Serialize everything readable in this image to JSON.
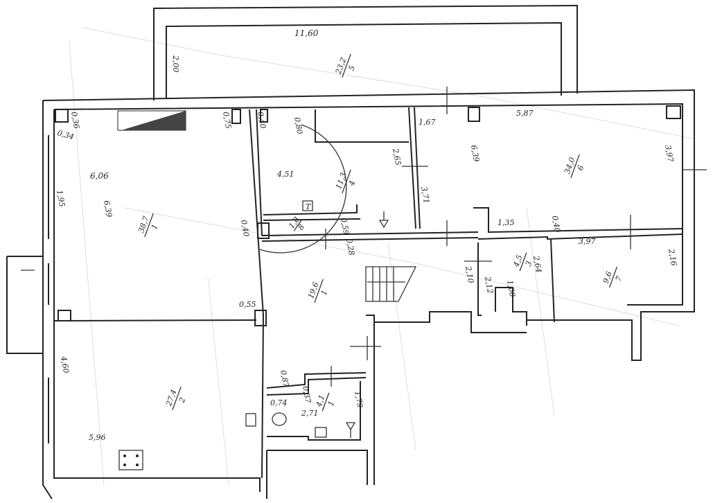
{
  "plan": {
    "balcony": {
      "length": "11,60",
      "width": "2,00",
      "area": "23,2",
      "index": "5"
    },
    "room1": {
      "width": "6,06",
      "depth": "6,39",
      "area": "38,7",
      "index": "1",
      "side": "1,95",
      "pier1": "0,36",
      "pier2": "0,34",
      "wall": "0,75"
    },
    "room2": {
      "depth": "4,60",
      "width": "5,96",
      "area": "27,4",
      "index": "2",
      "pier": "0,55"
    },
    "room3": {
      "width": "4,51",
      "area": "11,3",
      "index": "4",
      "side": "2,65",
      "opening1": "0,40",
      "opening2": "0,80",
      "pier": "0,40"
    },
    "closet": {
      "area": "1,8",
      "index": "8",
      "width": "0,59",
      "pier": "0,28"
    },
    "room6": {
      "width": "5,87",
      "depth": "6,39",
      "area": "34,0",
      "index": "6",
      "side": "3,97",
      "corner": "1,67",
      "side2": "3,71"
    },
    "hall": {
      "area": "19,6",
      "index": "1",
      "partition": "1,35",
      "pier": "0,40"
    },
    "room7": {
      "width": "3,97",
      "depth": "2,16",
      "area": "9,6",
      "index": "7"
    },
    "room3b": {
      "area": "4,5",
      "index": "3",
      "d1": "2,10",
      "d2": "2,12",
      "d3": "1,00",
      "d4": "2,64"
    },
    "bath": {
      "area": "4,1",
      "index": "1",
      "d1": "0,87",
      "d2": "0,37",
      "d3": "0,74",
      "d4": "2,71",
      "d5": "1,79"
    },
    "symbols": {
      "radiator": "T"
    },
    "colors": {
      "ink": "#222222",
      "paper": "#ffffff"
    }
  }
}
